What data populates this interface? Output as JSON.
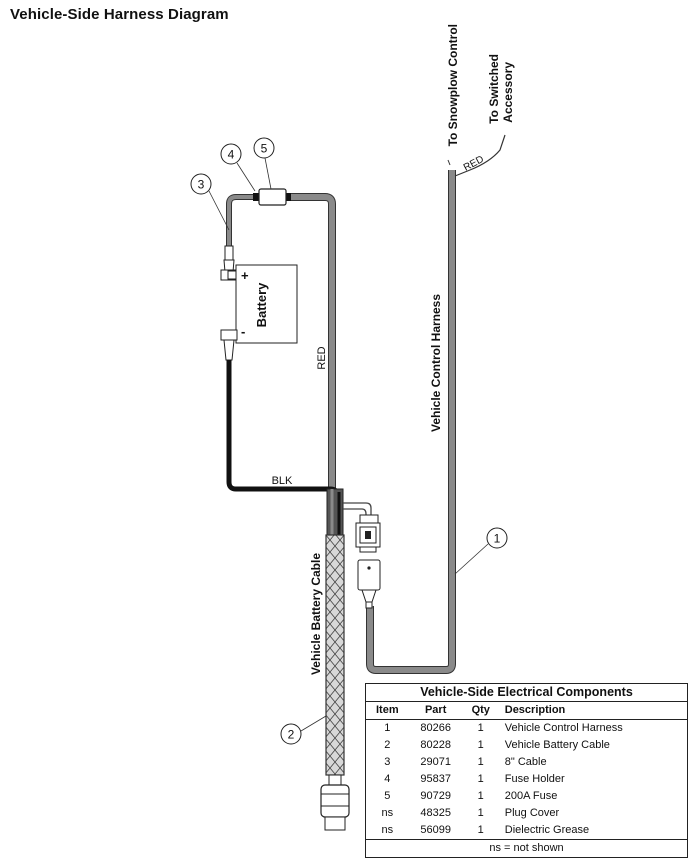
{
  "title": "Vehicle-Side Harness Diagram",
  "labels": {
    "to_snowplow_control": "To Snowplow Control",
    "to_switched": "To Switched",
    "accessory": "Accessory",
    "red_top": "RED",
    "red_vertical": "RED",
    "blk": "BLK",
    "battery": "Battery",
    "plus": "+",
    "minus": "-",
    "vehicle_control_harness": "Vehicle Control Harness",
    "vehicle_battery_cable": "Vehicle Battery Cable"
  },
  "callouts": [
    "1",
    "2",
    "3",
    "4",
    "5"
  ],
  "colors": {
    "harness_gray": "#8a8a8a",
    "harness_outline": "#333333",
    "black_wire": "#111111",
    "braid": "#d8d8d8"
  },
  "table": {
    "title": "Vehicle-Side Electrical Components",
    "headers": [
      "Item",
      "Part",
      "Qty",
      "Description"
    ],
    "rows": [
      [
        "1",
        "80266",
        "1",
        "Vehicle Control Harness"
      ],
      [
        "2",
        "80228",
        "1",
        "Vehicle Battery Cable"
      ],
      [
        "3",
        "29071",
        "1",
        "8\" Cable"
      ],
      [
        "4",
        "95837",
        "1",
        "Fuse Holder"
      ],
      [
        "5",
        "90729",
        "1",
        "200A Fuse"
      ],
      [
        "ns",
        "48325",
        "1",
        "Plug Cover"
      ],
      [
        "ns",
        "56099",
        "1",
        "Dielectric Grease"
      ]
    ],
    "footnote": "ns = not shown"
  }
}
